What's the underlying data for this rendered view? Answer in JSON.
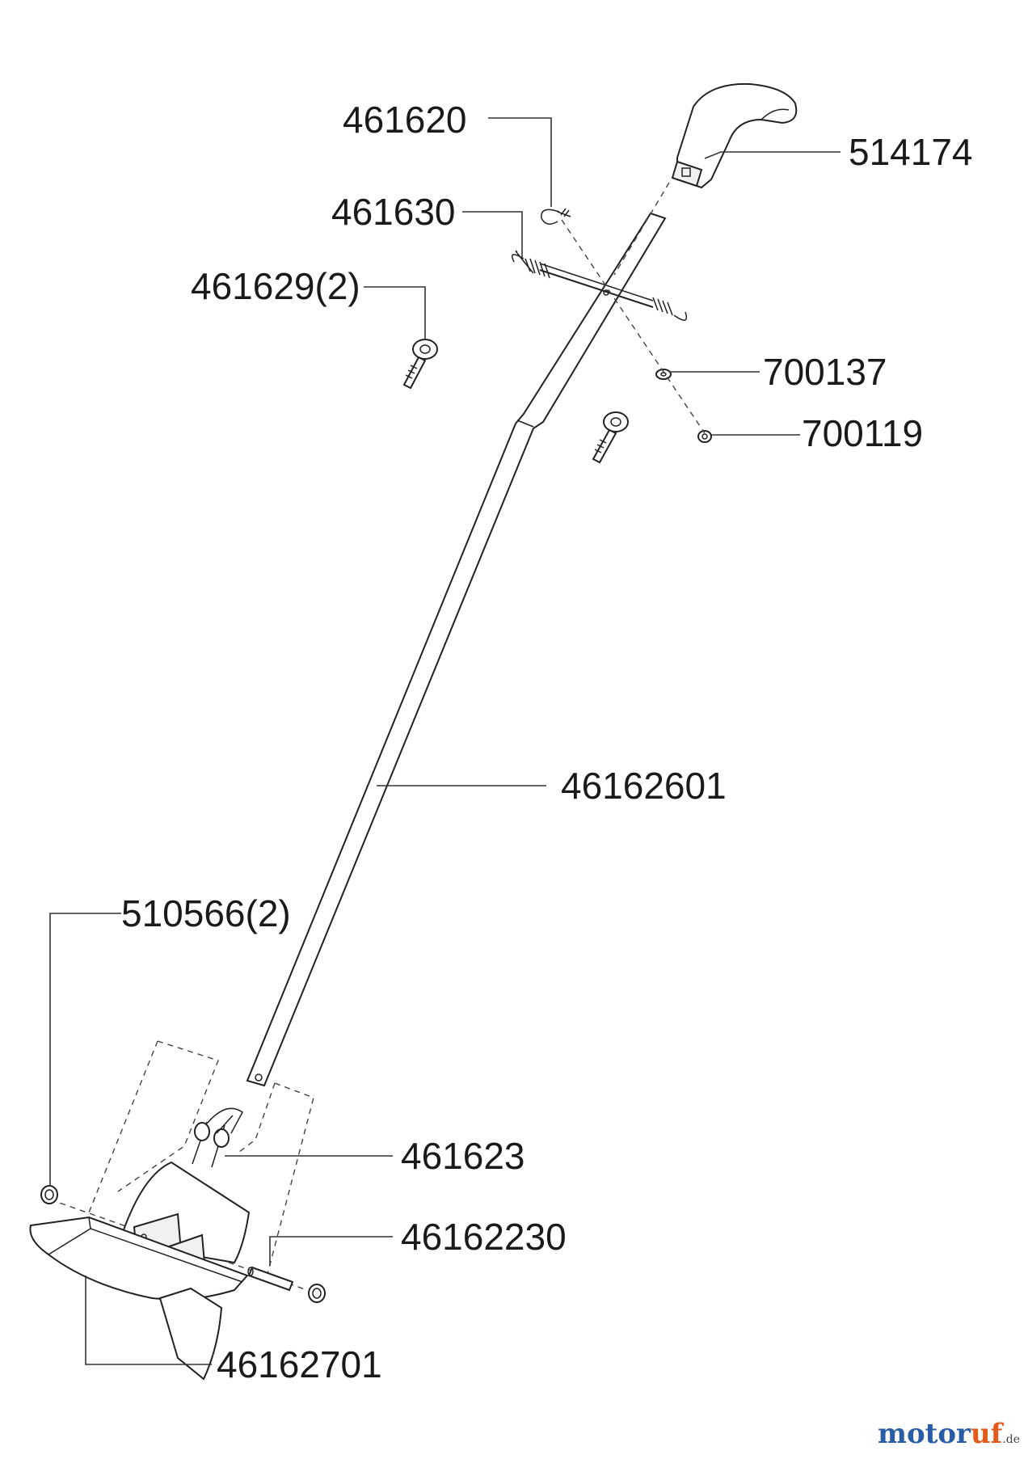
{
  "diagram": {
    "parts": [
      {
        "id": "p1",
        "number": "461620"
      },
      {
        "id": "p2",
        "number": "514174"
      },
      {
        "id": "p3",
        "number": "461630"
      },
      {
        "id": "p4",
        "number": "461629(2)"
      },
      {
        "id": "p5",
        "number": "700137"
      },
      {
        "id": "p6",
        "number": "700119"
      },
      {
        "id": "p7",
        "number": "46162601"
      },
      {
        "id": "p8",
        "number": "510566(2)"
      },
      {
        "id": "p9",
        "number": "461623"
      },
      {
        "id": "p10",
        "number": "46162230"
      },
      {
        "id": "p11",
        "number": "46162701"
      }
    ]
  },
  "watermark": {
    "main": "motor",
    "accent": "uf",
    "tld": ".de"
  },
  "colors": {
    "watermark_blue": "#2a5da8",
    "watermark_orange": "#e25b1c"
  }
}
